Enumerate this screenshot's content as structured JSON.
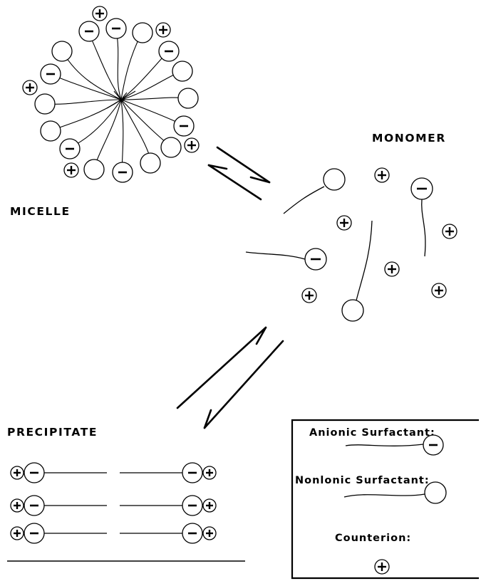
{
  "labels": {
    "micelle": "MICELLE",
    "monomer": "MONOMER",
    "precipitate": "PRECIPITATE"
  },
  "legend": {
    "anionic": "Anionic Surfactant:",
    "nonionic": "Nonlonic Surfactant:",
    "counterion": "Counterion:"
  },
  "symbols": {
    "minus": "−",
    "plus": "+"
  },
  "colors": {
    "ink": "#000000",
    "background": "#ffffff"
  }
}
